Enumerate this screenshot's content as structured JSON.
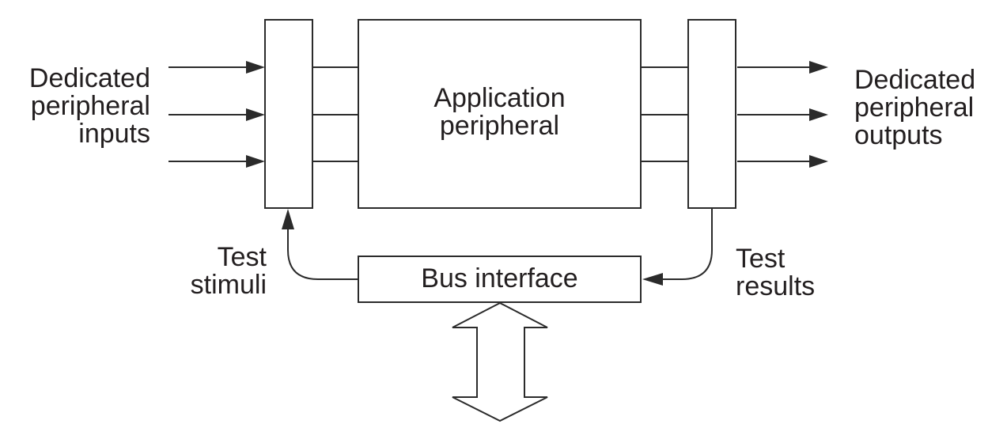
{
  "diagram": {
    "description": "Block diagram of an application peripheral with dedicated I/O, test access registers and a bus interface",
    "labels": {
      "inputs": "Dedicated\nperipheral\ninputs",
      "outputs": "Dedicated\nperipheral\noutputs",
      "application": "Application\nperipheral",
      "bus": "Bus interface",
      "stimuli": "Test\nstimuli",
      "results": "Test\nresults"
    },
    "colors": {
      "ink": "#2b2b2b",
      "background": "#ffffff"
    }
  }
}
